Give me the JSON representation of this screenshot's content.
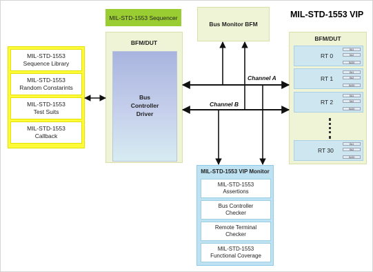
{
  "title": "MIL-STD-1553 VIP",
  "sequencer": "MIL-STD-1553 Sequencer",
  "library": [
    "MIL-STD-1553\nSequence Library",
    "MIL-STD-1553\nRandom Constarints",
    "MIL-STD-1553\nTest Suits",
    "MIL-STD-1553\nCallback"
  ],
  "bfm_left": {
    "header": "BFM/DUT",
    "driver": "Bus\nController\nDriver"
  },
  "bus_monitor": "Bus Monitor BFM",
  "channels": {
    "a": "Channel A",
    "b": "Channel B"
  },
  "bfm_right": {
    "header": "BFM/DUT",
    "rts": [
      {
        "label": "RT 0",
        "subaddrs": [
          "SA1",
          "SA2",
          "SA30"
        ]
      },
      {
        "label": "RT 1",
        "subaddrs": [
          "SA1",
          "SA2",
          "SA30"
        ]
      },
      {
        "label": "RT 2",
        "subaddrs": [
          "SA1",
          "SA2",
          "SA30"
        ]
      },
      {
        "label": "RT 30",
        "subaddrs": [
          "SA1",
          "SA2",
          "SA30"
        ]
      }
    ]
  },
  "vip_monitor": {
    "header": "MIL-STD-1553 VIP Monitor",
    "items": [
      "MIL-STD-1553\nAssertions",
      "Bus Controller\nChecker",
      "Remote Terminal\nChecker",
      "MIL-STD-1553\nFunctional Coverage"
    ]
  },
  "colors": {
    "library_yellow": "#fffb3a",
    "sequencer_green": "#9acd32",
    "bfm_bg": "#f0f4d6",
    "rt_blue": "#cde6f0",
    "monitor_blue": "#bfe2f3"
  }
}
